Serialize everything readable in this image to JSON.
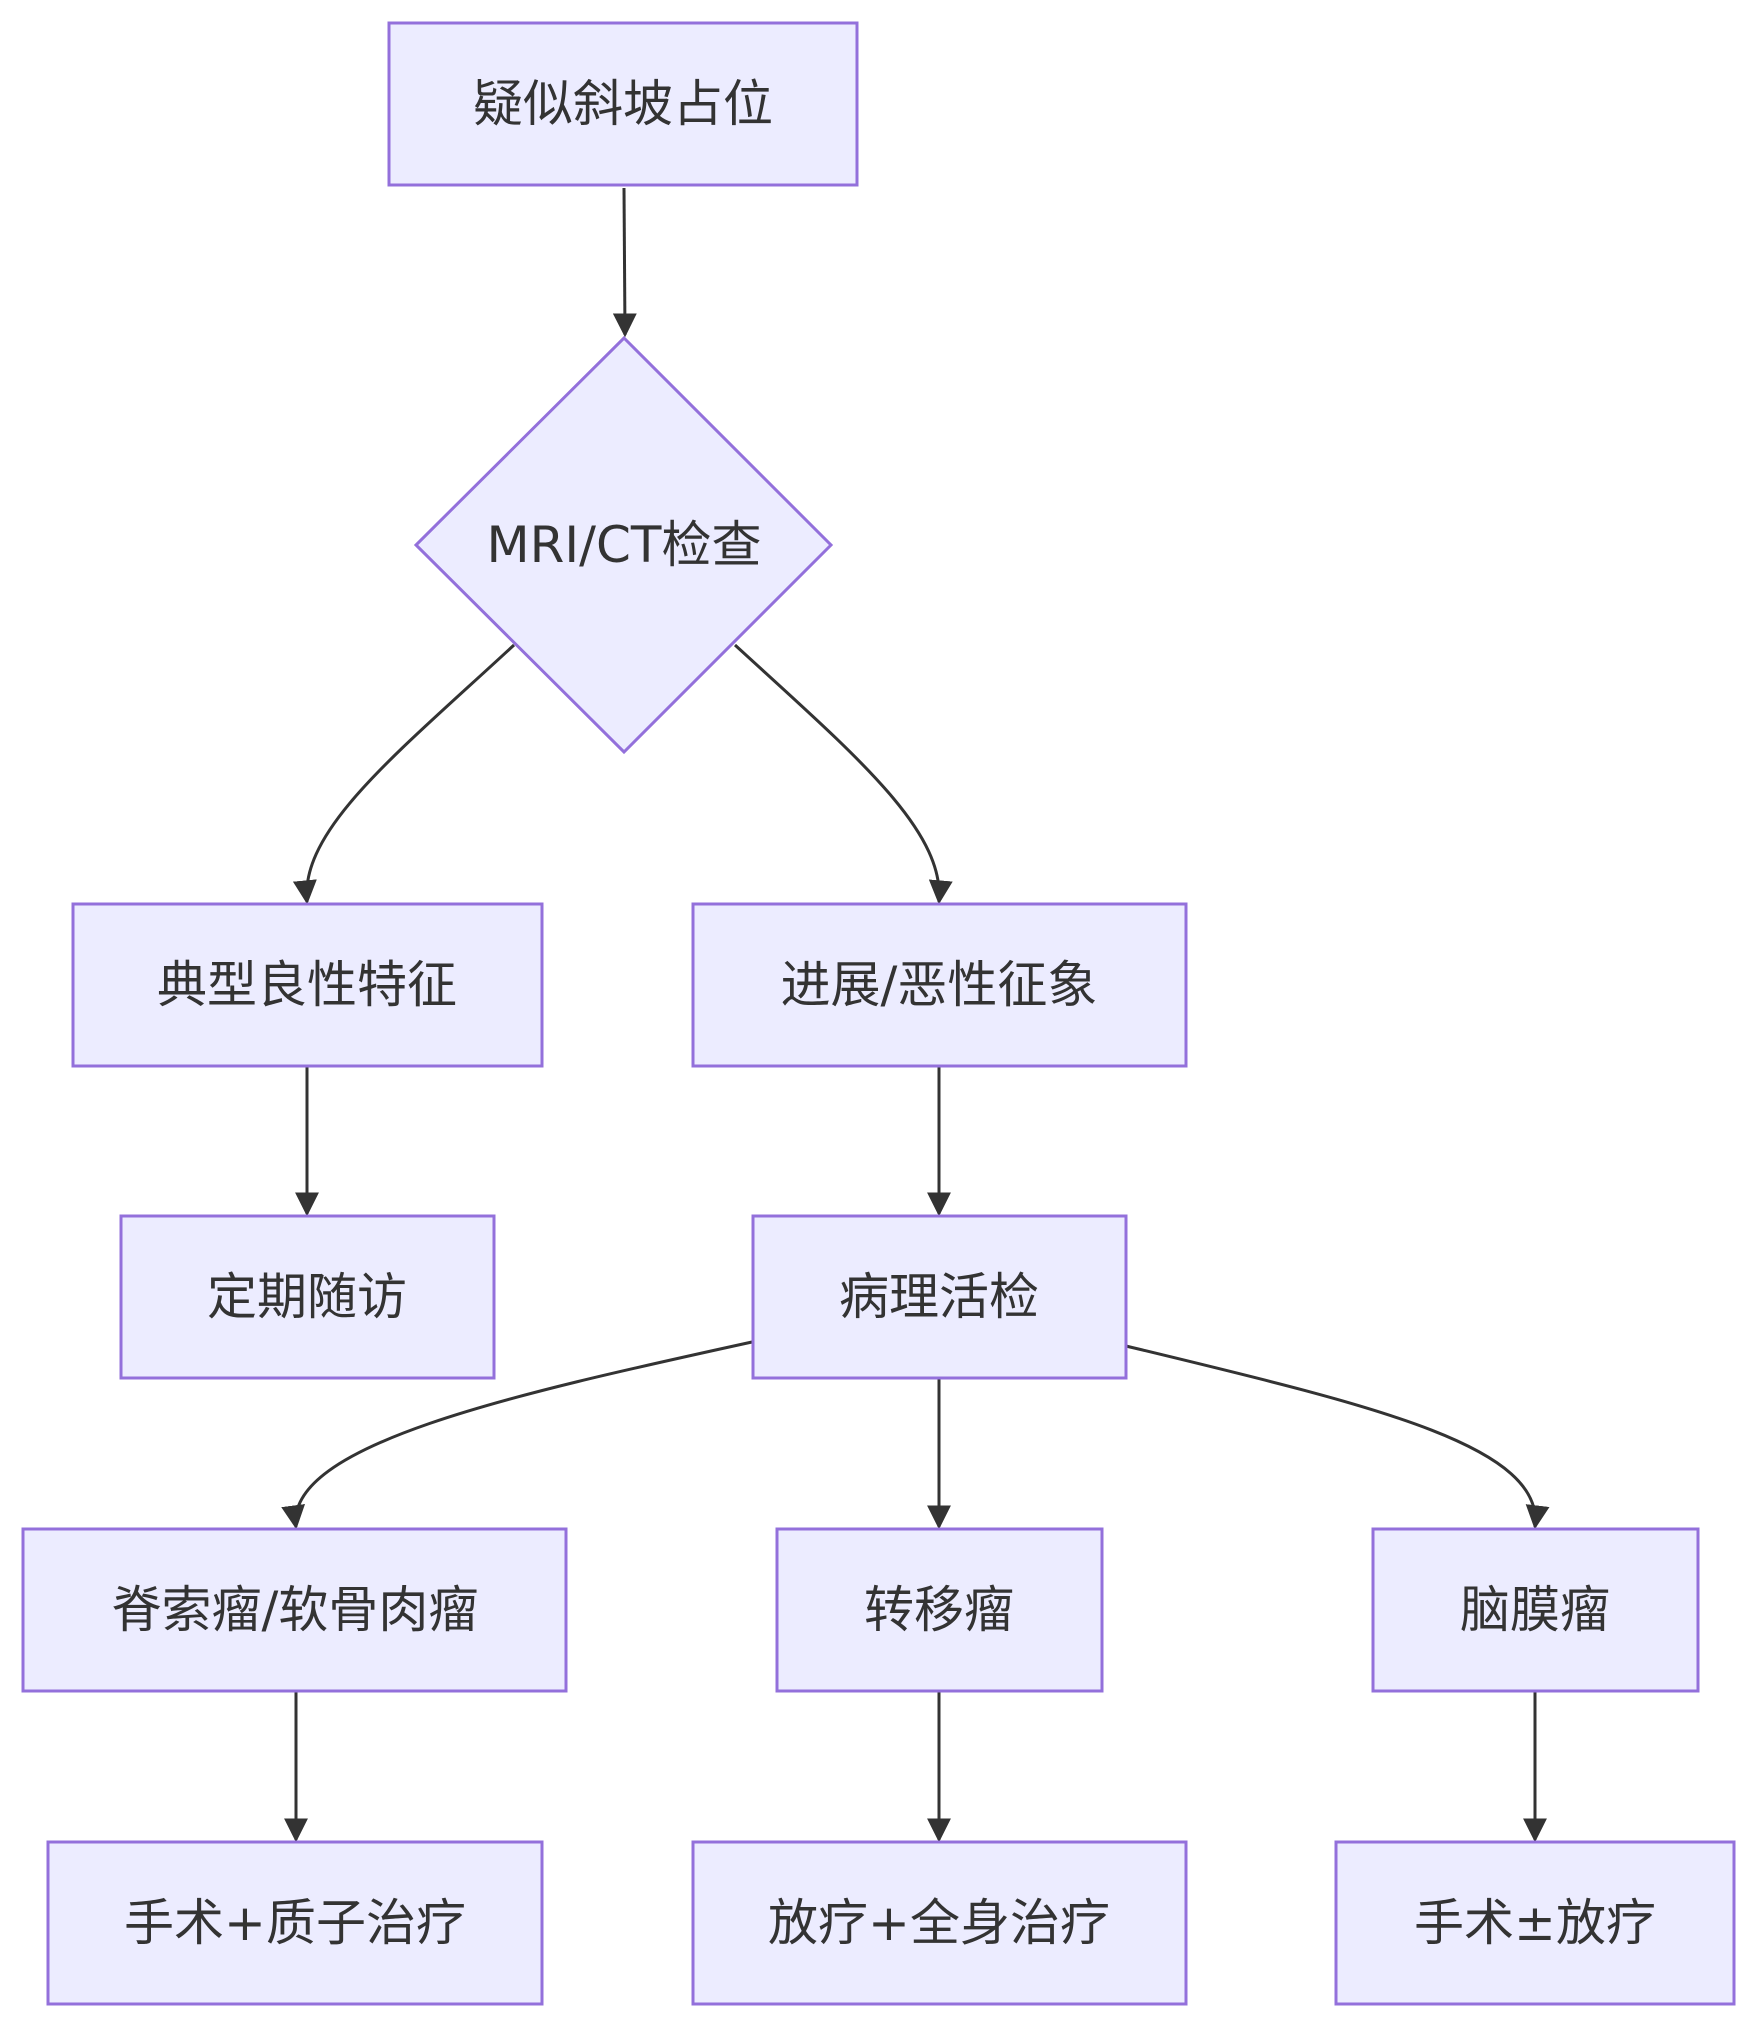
{
  "colors": {
    "node_fill": "#ECECFF",
    "node_stroke": "#9370DB",
    "edge": "#333333",
    "text": "#333333"
  },
  "nodes": {
    "suspected": "疑似斜坡占位",
    "imaging": "MRI/CT检查",
    "benign": "典型良性特征",
    "progress": "进展/恶性征象",
    "followup": "定期随访",
    "biopsy": "病理活检",
    "chordoma": "脊索瘤/软骨肉瘤",
    "metastasis": "转移瘤",
    "meningioma": "脑膜瘤",
    "chordoma_tx": "手术+质子治疗",
    "metastasis_tx": "放疗+全身治疗",
    "meningioma_tx": "手术±放疗"
  },
  "edges": [
    {
      "from": "suspected",
      "to": "imaging"
    },
    {
      "from": "imaging",
      "to": "benign"
    },
    {
      "from": "imaging",
      "to": "progress"
    },
    {
      "from": "benign",
      "to": "followup"
    },
    {
      "from": "progress",
      "to": "biopsy"
    },
    {
      "from": "biopsy",
      "to": "chordoma"
    },
    {
      "from": "biopsy",
      "to": "metastasis"
    },
    {
      "from": "biopsy",
      "to": "meningioma"
    },
    {
      "from": "chordoma",
      "to": "chordoma_tx"
    },
    {
      "from": "metastasis",
      "to": "metastasis_tx"
    },
    {
      "from": "meningioma",
      "to": "meningioma_tx"
    }
  ]
}
